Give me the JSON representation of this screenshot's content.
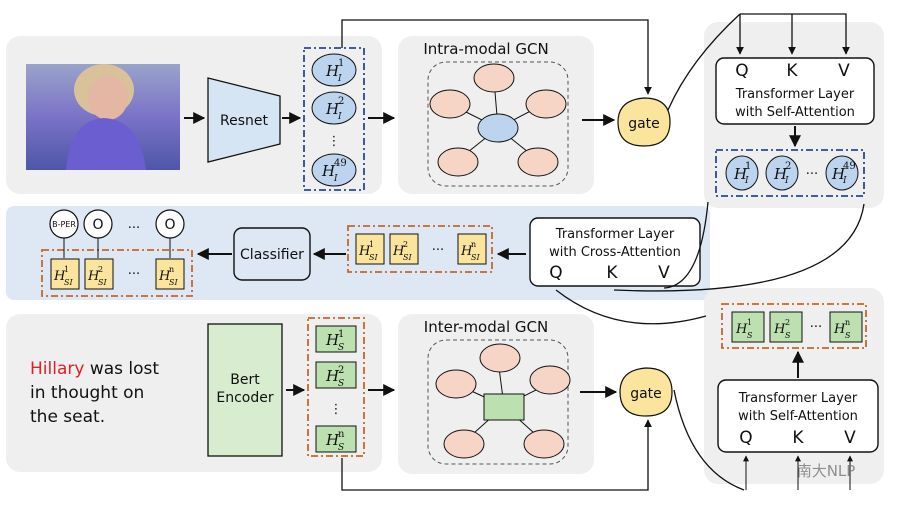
{
  "image_block": {},
  "resnet_label": "Resnet",
  "intra_gcn_title": "Intra-modal GCN",
  "inter_gcn_title": "Inter-modal GCN",
  "gate_top": "gate",
  "gate_bottom": "gate",
  "top_transformer": {
    "line1": "Transformer Layer",
    "line2": "with Self-Attention",
    "q": "Q",
    "k": "K",
    "v": "V"
  },
  "cross_transformer": {
    "line1": "Transformer Layer",
    "line2": "with Cross-Attention",
    "q": "Q",
    "k": "K",
    "v": "V"
  },
  "bottom_transformer": {
    "line1": "Transformer Layer",
    "line2": "with Self-Attention",
    "q": "Q",
    "k": "K",
    "v": "V"
  },
  "classifier": "Classifier",
  "bert_line1": "Bert",
  "bert_line2": "Encoder",
  "sentence": {
    "entity": "Hillary",
    "rest_line1": " was lost",
    "line2": "in thought on",
    "line3": "the seat."
  },
  "tags": [
    "B-PER",
    "O",
    "O"
  ],
  "ellipsis": "···",
  "vdots": "⋮",
  "h_letter": "H",
  "h_image_sub": "I",
  "h_text_sub": "S",
  "h_fused_sub": "SI",
  "sup_1": "1",
  "sup_2": "2",
  "sup_49": "49",
  "sup_n": "n",
  "watermark": "南大NLP"
}
